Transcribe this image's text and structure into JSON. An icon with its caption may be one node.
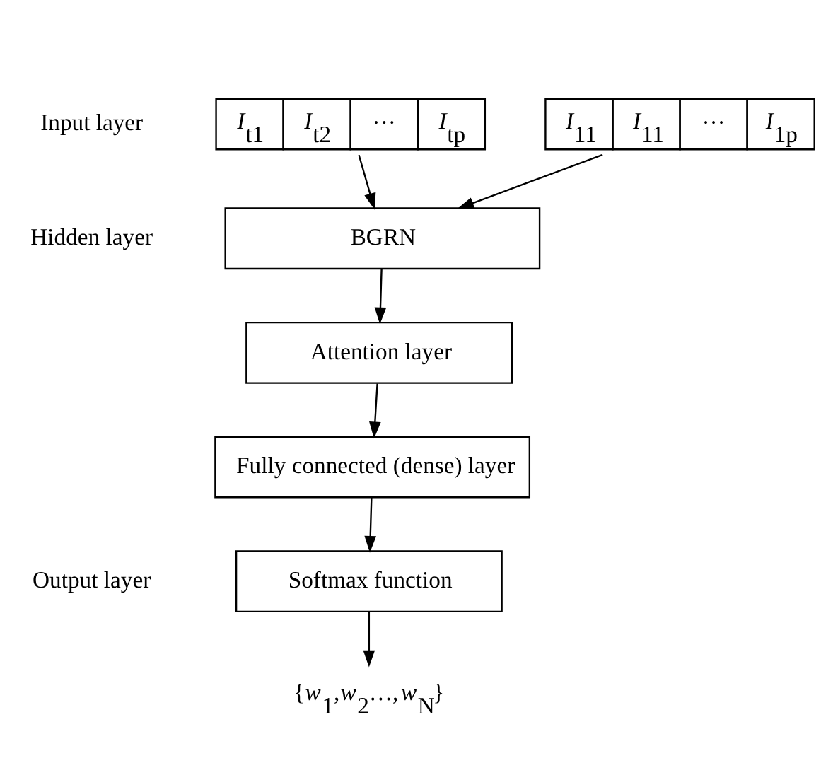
{
  "diagram": {
    "nodes": [
      {
        "text": [
          "*I*$_{11}$",
          "*I*$_{11}$",
          "···",
          "*I*$_{1p}$"
        ]
      },
      {
        "text": [
          "*I*$_{t1}$",
          "*I*$_{t2}$",
          "···",
          "*I*$_{tp}$"
        ]
      },
      {
        "text": [
          "BGRN"
        ]
      },
      {
        "text": [
          "Attention layer"
        ]
      },
      {
        "text": [
          "Fully connected (dense) layer"
        ]
      },
      {
        "text": [
          "Softmax function"
        ]
      },
      {
        "text": [
          "{*w*$_{1}$,*w*$_{2}$…,*w*$_{N}$}"
        ]
      }
    ],
    "edges": [
      {
        "from": 0,
        "to": 2,
        "arrow": "to"
      },
      {
        "from": 1,
        "to": 2,
        "arrow": "to"
      },
      {
        "from": 2,
        "to": 3,
        "arrow": "to"
      },
      {
        "from": 3,
        "to": 4,
        "arrow": "to"
      },
      {
        "from": 4,
        "to": 5,
        "arrow": "to"
      },
      {
        "from": 5,
        "to": 6,
        "arrow": "to"
      }
    ],
    "labels": [
      "Input layer",
      "Hidden layer",
      "Output layer"
    ]
  }
}
